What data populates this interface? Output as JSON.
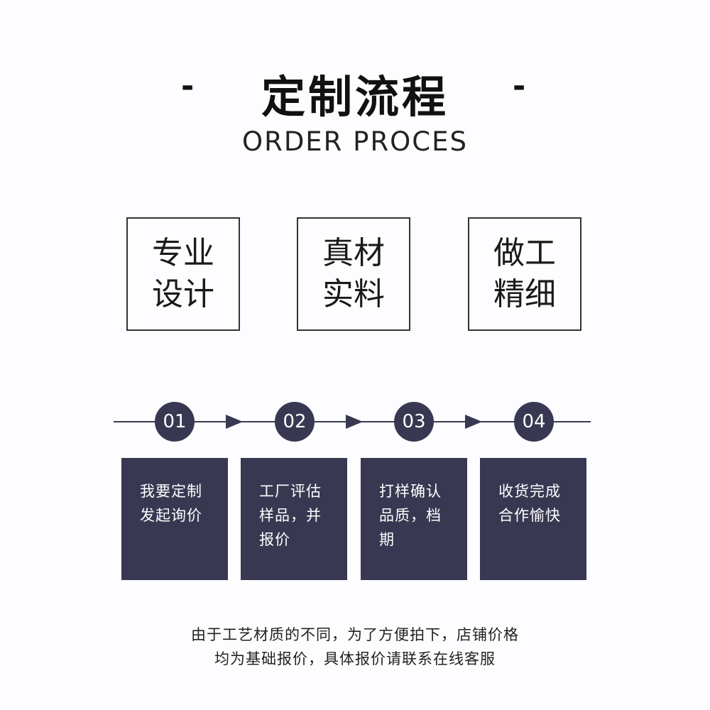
{
  "header": {
    "dash_left": "-",
    "title": "定制流程",
    "dash_right": "-",
    "subtitle": "ORDER PROCES"
  },
  "features": [
    {
      "line1": "专业",
      "line2": "设计"
    },
    {
      "line1": "真材",
      "line2": "实料"
    },
    {
      "line1": "做工",
      "line2": "精细"
    }
  ],
  "steps": [
    {
      "number": "01",
      "lines": [
        "我要定制",
        "发起询价"
      ]
    },
    {
      "number": "02",
      "lines": [
        "工厂评估",
        "样品，并",
        "报价"
      ]
    },
    {
      "number": "03",
      "lines": [
        "打样确认",
        "品质，档",
        "期"
      ]
    },
    {
      "number": "04",
      "lines": [
        "收货完成",
        "合作愉快"
      ]
    }
  ],
  "note": {
    "line1": "由于工艺材质的不同，为了方便拍下，店铺价格",
    "line2": "均为基础报价，具体报价请联系在线客服"
  },
  "colors": {
    "accent": "#393852",
    "background": "#fdfdff"
  }
}
